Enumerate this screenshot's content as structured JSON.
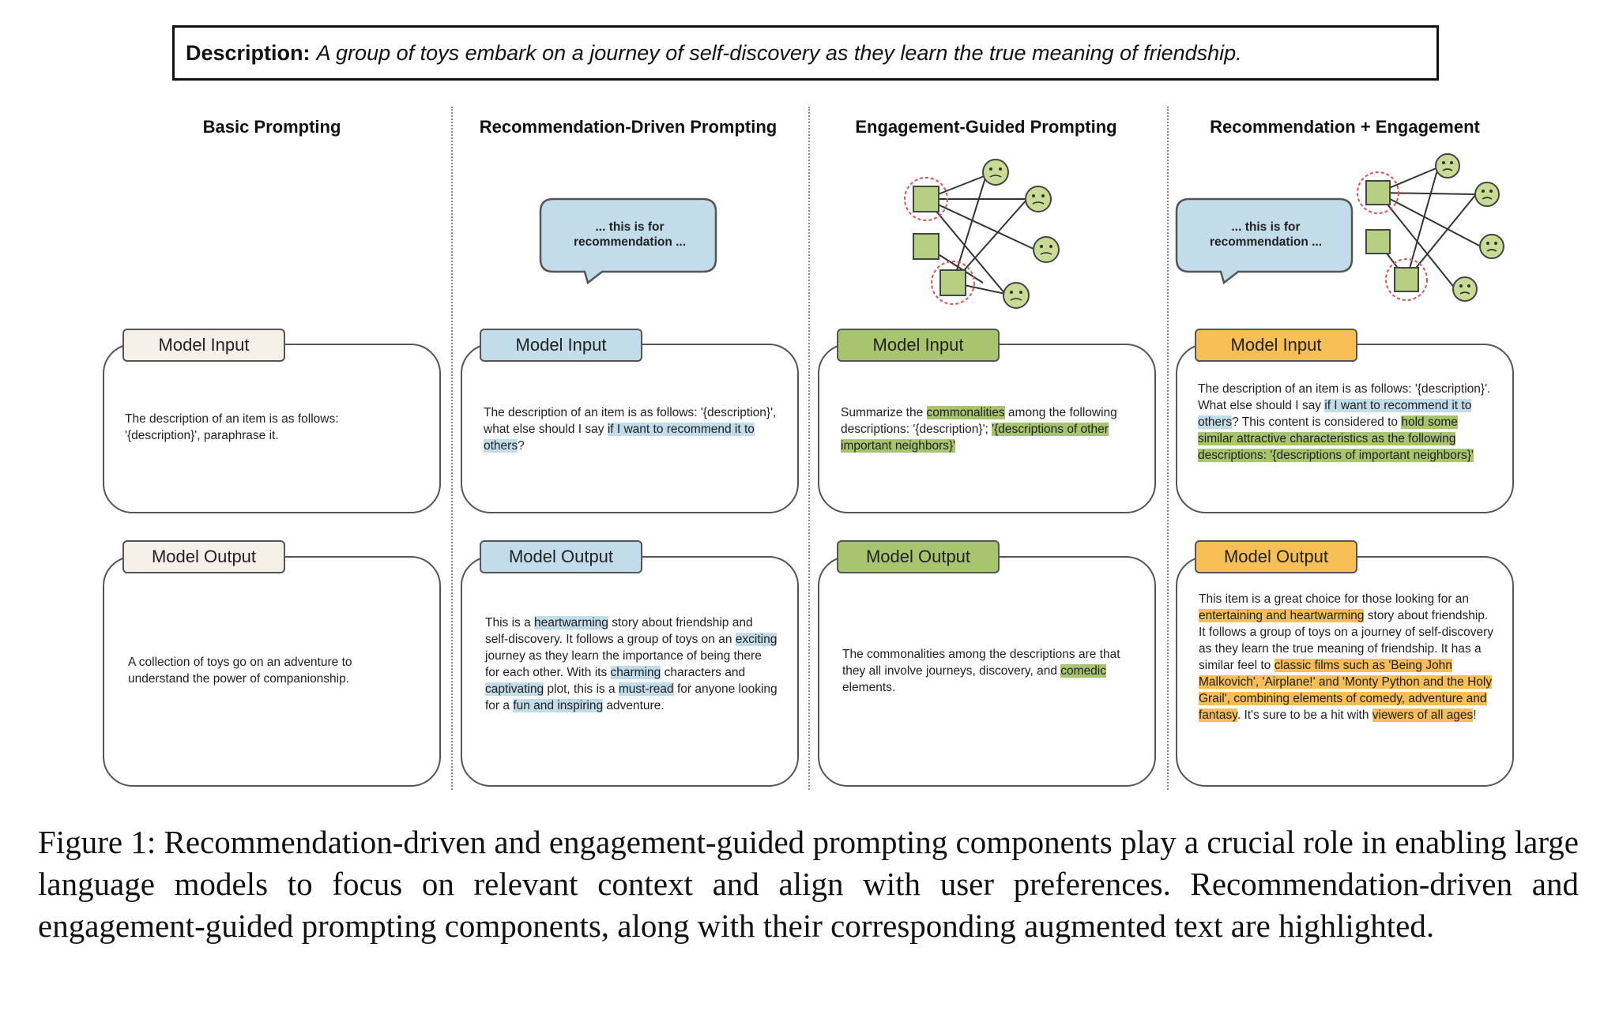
{
  "description": {
    "label": "Description:",
    "text": "A group of toys embark on a journey of self-discovery as they learn the true meaning of friendship."
  },
  "columns": [
    {
      "title": "Basic Prompting",
      "input_label": "Model Input",
      "output_label": "Model Output",
      "input_segments": [
        {
          "t": "The description of an item is as follows: '{description}', paraphrase it.",
          "h": ""
        }
      ],
      "output_segments": [
        {
          "t": "A collection of toys go on an adventure to understand the power of companionship.",
          "h": ""
        }
      ]
    },
    {
      "title": "Recommendation-Driven Prompting",
      "bubble": "... this is for recommendation ...",
      "input_label": "Model Input",
      "output_label": "Model Output",
      "input_segments": [
        {
          "t": "The description of an item is as follows: '{description}', what else should I say ",
          "h": ""
        },
        {
          "t": "if I want to recommend it to others",
          "h": "blue"
        },
        {
          "t": "?",
          "h": ""
        }
      ],
      "output_segments": [
        {
          "t": "This is a ",
          "h": ""
        },
        {
          "t": "heartwarming",
          "h": "blue"
        },
        {
          "t": " story about friendship and self-discovery. It follows a group of toys on an ",
          "h": ""
        },
        {
          "t": "exciting",
          "h": "blue"
        },
        {
          "t": " journey as they learn the importance of being there for each other. With its ",
          "h": ""
        },
        {
          "t": "charming",
          "h": "blue"
        },
        {
          "t": " characters and ",
          "h": ""
        },
        {
          "t": "captivating",
          "h": "blue"
        },
        {
          "t": " plot, this is a ",
          "h": ""
        },
        {
          "t": "must-read",
          "h": "blue"
        },
        {
          "t": " for anyone looking for a ",
          "h": ""
        },
        {
          "t": "fun and inspiring",
          "h": "blue"
        },
        {
          "t": " adventure.",
          "h": ""
        }
      ]
    },
    {
      "title": "Engagement-Guided Prompting",
      "input_label": "Model Input",
      "output_label": "Model Output",
      "input_segments": [
        {
          "t": "Summarize the ",
          "h": ""
        },
        {
          "t": "commonalities",
          "h": "green"
        },
        {
          "t": " among the following descriptions: '{description}'; ",
          "h": ""
        },
        {
          "t": "'{descriptions of other important neighbors}'",
          "h": "green"
        }
      ],
      "output_segments": [
        {
          "t": "The commonalities among the descriptions are that they all involve journeys, discovery, and ",
          "h": ""
        },
        {
          "t": "comedic",
          "h": "green"
        },
        {
          "t": " elements.",
          "h": ""
        }
      ]
    },
    {
      "title": "Recommendation + Engagement",
      "bubble": "... this is for recommendation ...",
      "input_label": "Model Input",
      "output_label": "Model Output",
      "input_segments": [
        {
          "t": "The description of an item is as follows: '{description}'. What else should I say ",
          "h": ""
        },
        {
          "t": "if I want to recommend it to others",
          "h": "blue"
        },
        {
          "t": "? This content is considered to ",
          "h": ""
        },
        {
          "t": "hold some similar attractive characteristics as the following descriptions: '{descriptions of important neighbors}'",
          "h": "green"
        }
      ],
      "output_segments": [
        {
          "t": "This item is a great choice for those looking for an ",
          "h": ""
        },
        {
          "t": "entertaining and heartwarming",
          "h": "orange"
        },
        {
          "t": " story about friendship. It follows a group of toys on a journey of self-discovery as they learn the true meaning of friendship. It has a similar feel to ",
          "h": ""
        },
        {
          "t": "classic films such as 'Being John Malkovich', 'Airplane!' and 'Monty Python and the Holy Grail', combining elements of comedy, adventure and fantasy",
          "h": "orange"
        },
        {
          "t": ". It's sure to be a hit with ",
          "h": ""
        },
        {
          "t": "viewers of all ages",
          "h": "orange"
        },
        {
          "t": "!",
          "h": ""
        }
      ]
    }
  ],
  "caption": "Figure 1: Recommendation-driven and engagement-guided prompting components play a crucial role in enabling large language models to focus on relevant context and align with user preferences. Recommendation-driven and engagement-guided prompting components, along with their corresponding augmented text are highlighted.",
  "colors": {
    "basic_label_bg": "#f5efe7",
    "rec_label_bg": "#c3dcea",
    "eng_label_bg": "#a9c46e",
    "combo_label_bg": "#f7be55",
    "graph_node": "#b6cf82",
    "graph_face": "#c9db95",
    "graph_ring": "#d9534f",
    "bubble_bg": "#c3dcea"
  }
}
